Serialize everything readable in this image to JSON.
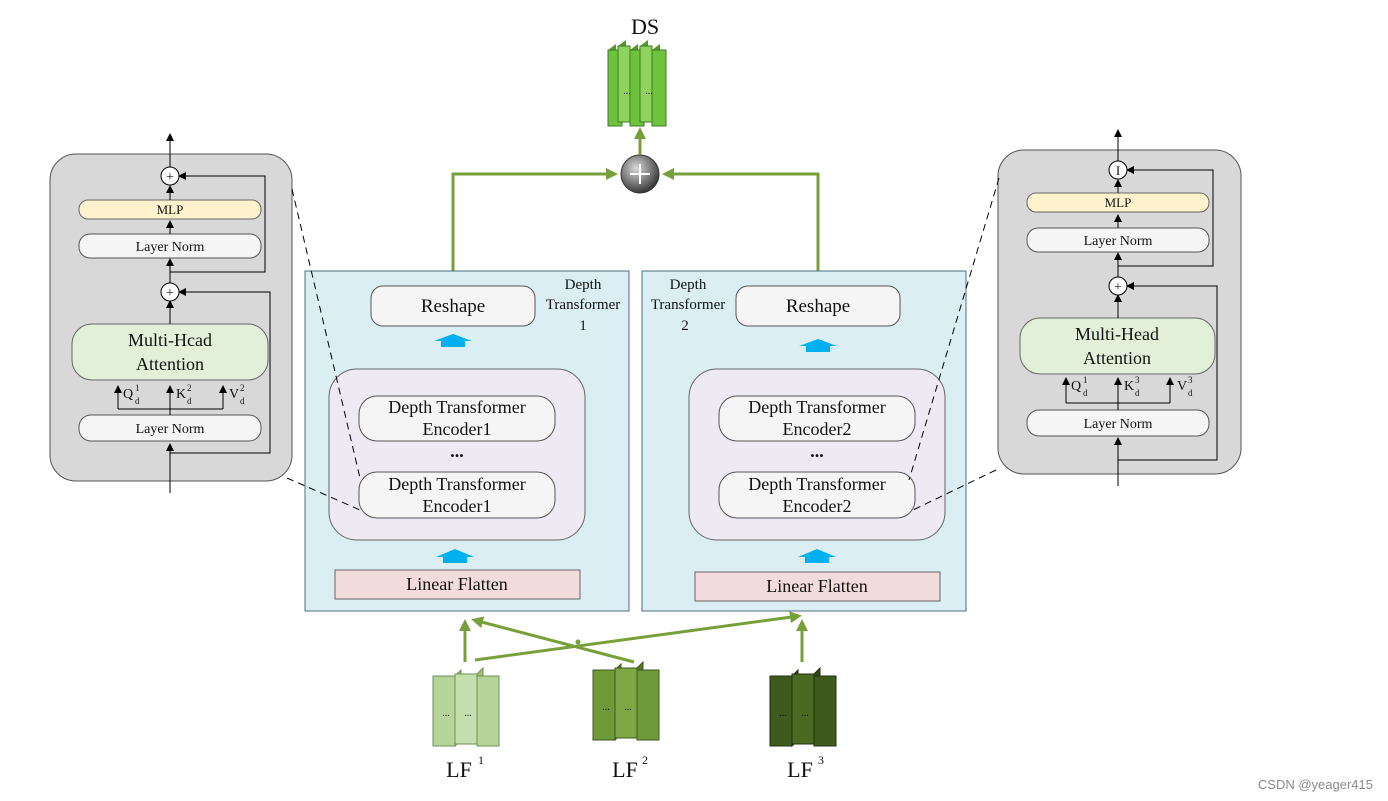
{
  "output": {
    "label": "DS"
  },
  "sum_symbol": "+",
  "branches": [
    {
      "title_line1": "Depth",
      "title_line2": "Transformer",
      "title_line3": "1",
      "reshape": "Reshape",
      "encoder_top_line1": "Depth Transformer",
      "encoder_top_line2": "Encoder1",
      "ellipsis": "...",
      "encoder_bottom_line1": "Depth Transformer",
      "encoder_bottom_line2": "Encoder1",
      "flatten": "Linear Flatten"
    },
    {
      "title_line1": "Depth",
      "title_line2": "Transformer",
      "title_line3": "2",
      "reshape": "Reshape",
      "encoder_top_line1": "Depth Transformer",
      "encoder_top_line2": "Encoder2",
      "ellipsis": "...",
      "encoder_bottom_line1": "Depth Transformer",
      "encoder_bottom_line2": "Encoder2",
      "flatten": "Linear Flatten"
    }
  ],
  "detail_left": {
    "plus_symbol": "+",
    "mlp": "MLP",
    "layer_norm_top": "Layer Norm",
    "attention_line1": "Multi-Hcad",
    "attention_line2": "Attention",
    "q": "Q",
    "q_sup": "1",
    "q_sub": "d",
    "k": "K",
    "k_sup": "2",
    "k_sub": "d",
    "v": "V",
    "v_sup": "2",
    "v_sub": "d",
    "layer_norm_bottom": "Layer Norm"
  },
  "detail_right": {
    "plus_symbol": "+",
    "top_symbol": "I",
    "mlp": "MLP",
    "layer_norm_top": "Layer Norm",
    "attention_line1": "Multi-Head",
    "attention_line2": "Attention",
    "q": "Q",
    "q_sup": "1",
    "q_sub": "d",
    "k": "K",
    "k_sup": "3",
    "k_sub": "d",
    "v": "V",
    "v_sup": "3",
    "v_sub": "d",
    "layer_norm_bottom": "Layer Norm"
  },
  "inputs": [
    {
      "label": "LF",
      "superscript": "1",
      "color": "#b7d59a"
    },
    {
      "label": "LF",
      "superscript": "2",
      "color": "#6f9a3a"
    },
    {
      "label": "LF",
      "superscript": "3",
      "color": "#3e5a1c"
    }
  ],
  "stack_ellipsis": "...",
  "colors": {
    "arrow_green": "#78a03a",
    "branch_bg": "#daeef3",
    "encoder_group_bg": "#edeaf3",
    "flatten_bg": "#f2dcdb",
    "attention_bg": "#e2efd9",
    "mlp_bg": "#fff2cc",
    "detail_bg": "#d8d8d8",
    "up_arrow_blue": "#00b0f0",
    "output_green": "#6ec23e"
  },
  "watermark": "CSDN @yeager415"
}
